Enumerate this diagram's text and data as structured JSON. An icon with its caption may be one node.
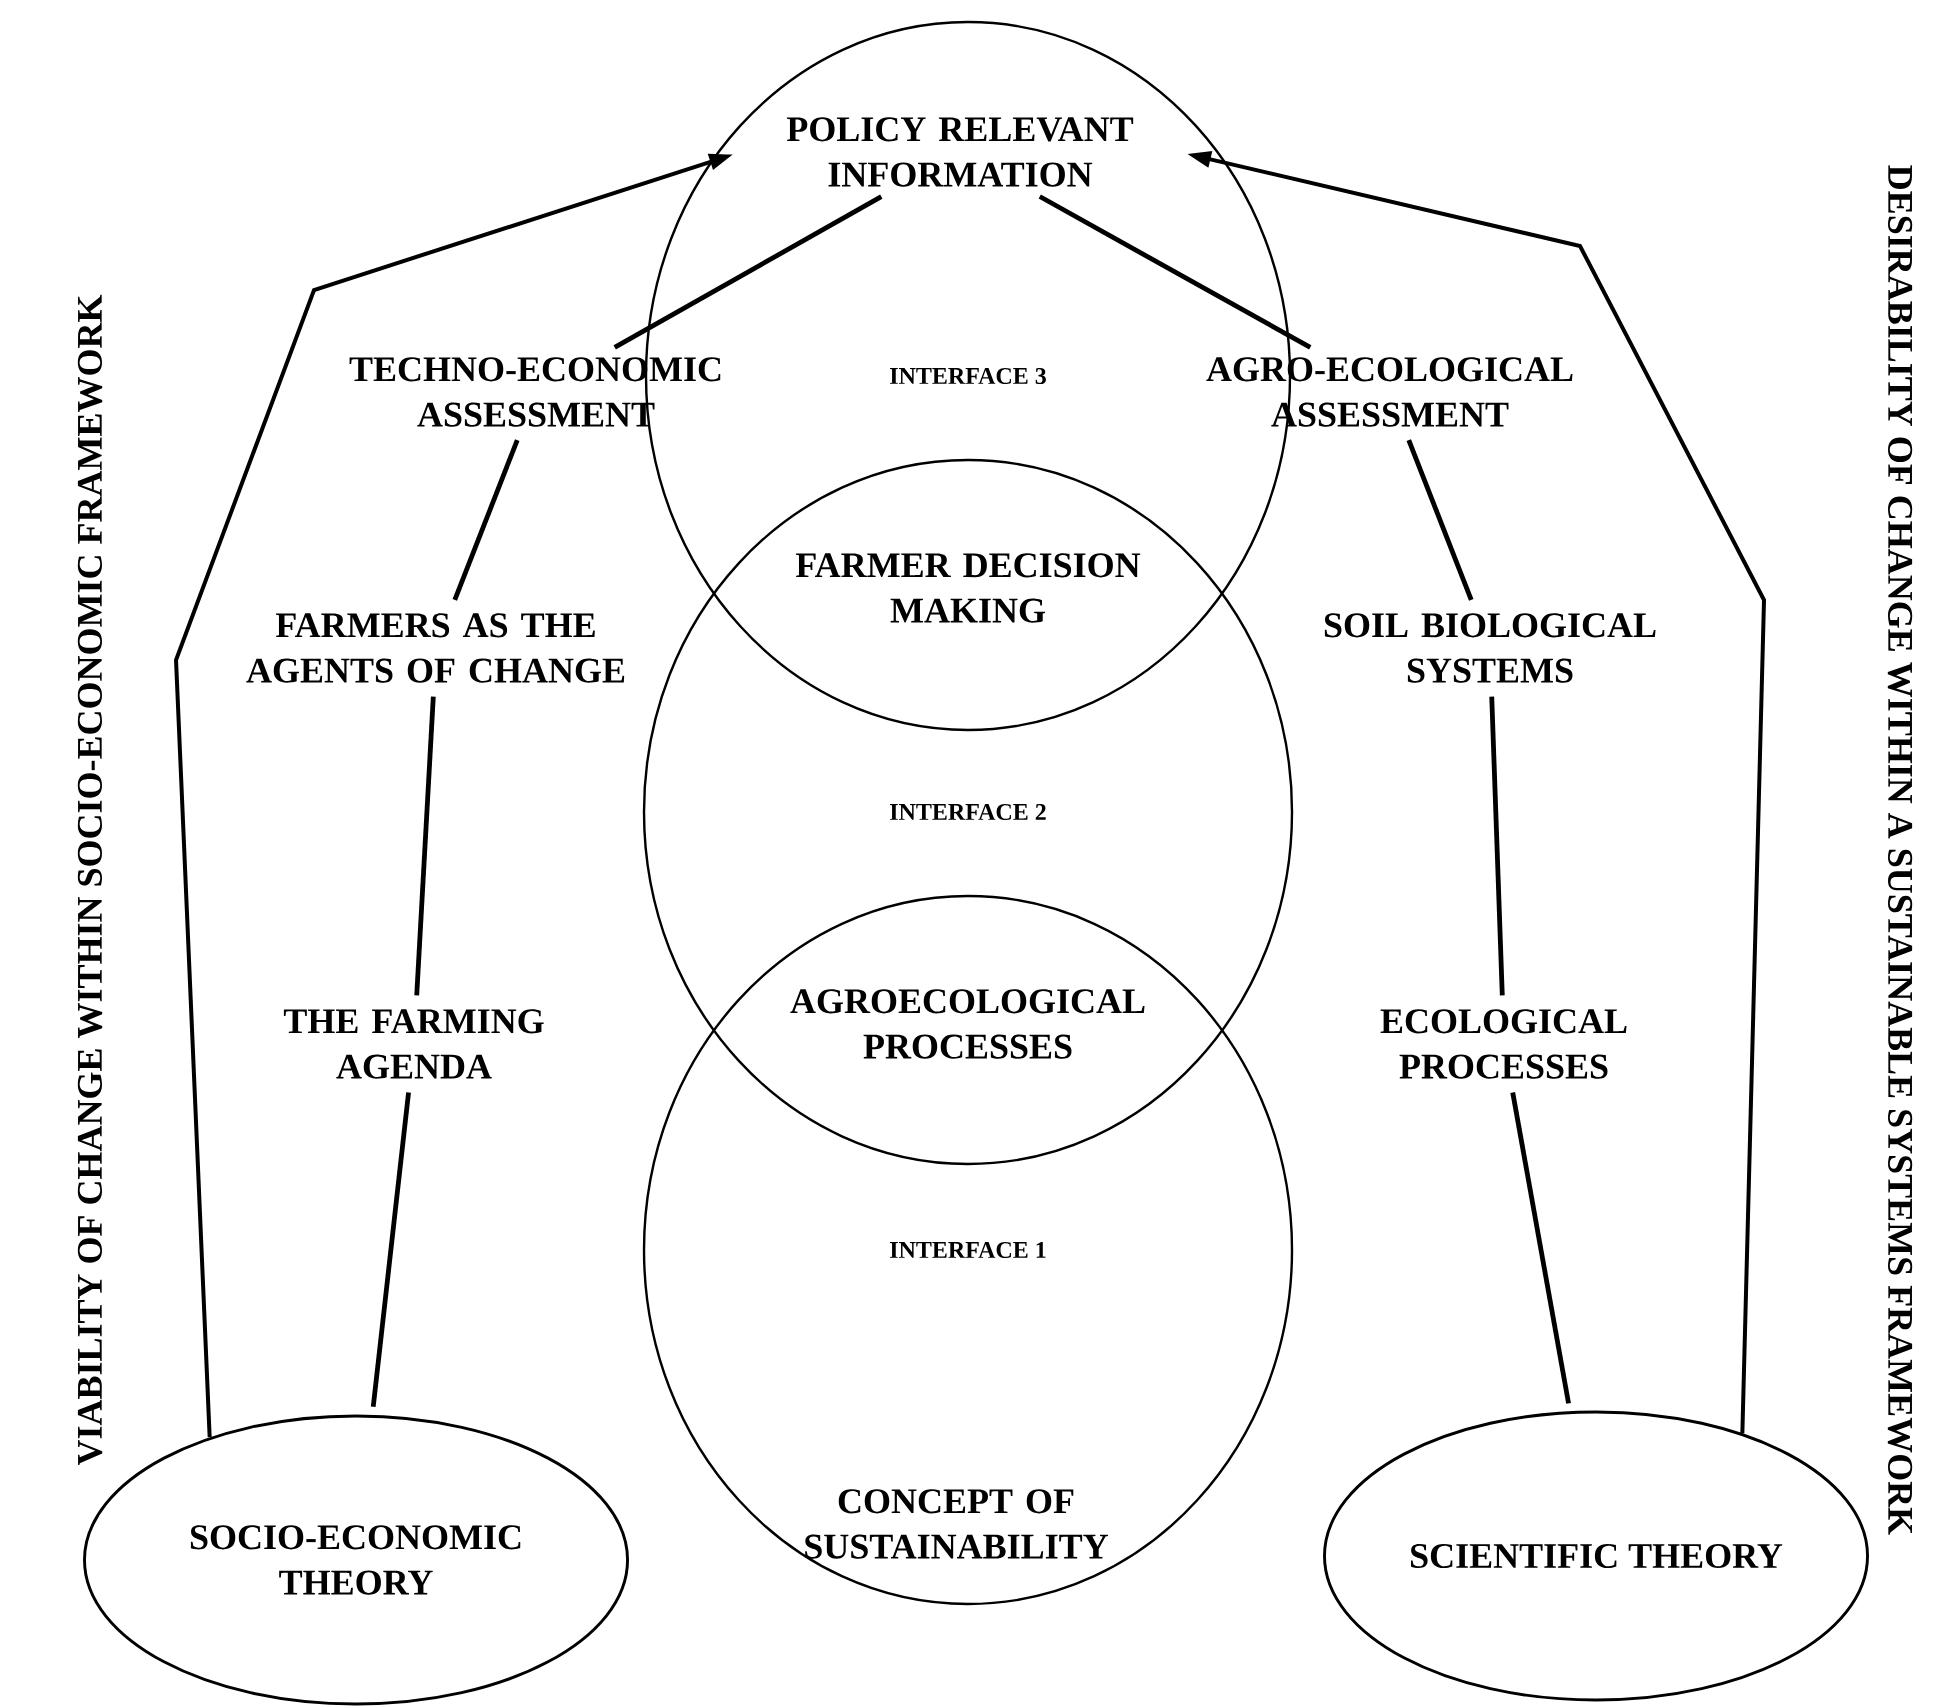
{
  "diagram": {
    "nodes": [
      {
        "text": [
          "INTERFACE 3"
        ]
      },
      {
        "text": [
          "POLICY RELEVANT INFORMATION"
        ],
        "in": 0
      },
      {
        "text": [
          "INTERFACE 2"
        ]
      },
      {
        "text": [
          "INTERFACE 1",
          "CONCEPT OF SUSTAINABILITY"
        ]
      },
      {
        "text": [
          "TECHNO-ECONOMIC ASSESSMENT"
        ]
      },
      {
        "text": [
          "AGRO-ECOLOGICAL ASSESSMENT"
        ]
      },
      {
        "text": [
          "FARMERS AS THE AGENTS OF CHANGE"
        ]
      },
      {
        "text": [
          "SOIL BIOLOGICAL SYSTEMS"
        ]
      },
      {
        "text": [
          "THE FARMING AGENDA"
        ]
      },
      {
        "text": [
          "ECOLOGICAL PROCESSES"
        ]
      },
      {
        "text": [
          "SOCIO-ECONOMIC THEORY"
        ]
      },
      {
        "text": [
          "SCIENTIFIC THEORY"
        ]
      }
    ],
    "edges": [
      {
        "from": 4,
        "to": 1,
        "arrow": "none"
      },
      {
        "from": 5,
        "to": 1,
        "arrow": "none"
      },
      {
        "from": 6,
        "to": 4,
        "arrow": "none"
      },
      {
        "from": 7,
        "to": 5,
        "arrow": "none"
      },
      {
        "from": 8,
        "to": 6,
        "arrow": "none"
      },
      {
        "from": 9,
        "to": 7,
        "arrow": "none"
      },
      {
        "from": 10,
        "to": 8,
        "arrow": "none"
      },
      {
        "from": 11,
        "to": 9,
        "arrow": "none"
      },
      {
        "from": 11,
        "to": 1,
        "arrow": "to"
      },
      {
        "from": 10,
        "to": 1,
        "arrow": "to"
      }
    ],
    "labels": [
      "VIABILITY OF CHANGE WITHIN SOCIO-ECONOMIC FRAMEWORK",
      "DESIRABILITY OF CHANGE WITHIN A SUSTAINABLE SYSTEMS FRAMEWORK",
      "FARMER DECISION MAKING",
      "AGROECOLOGICAL PROCESSES"
    ]
  }
}
